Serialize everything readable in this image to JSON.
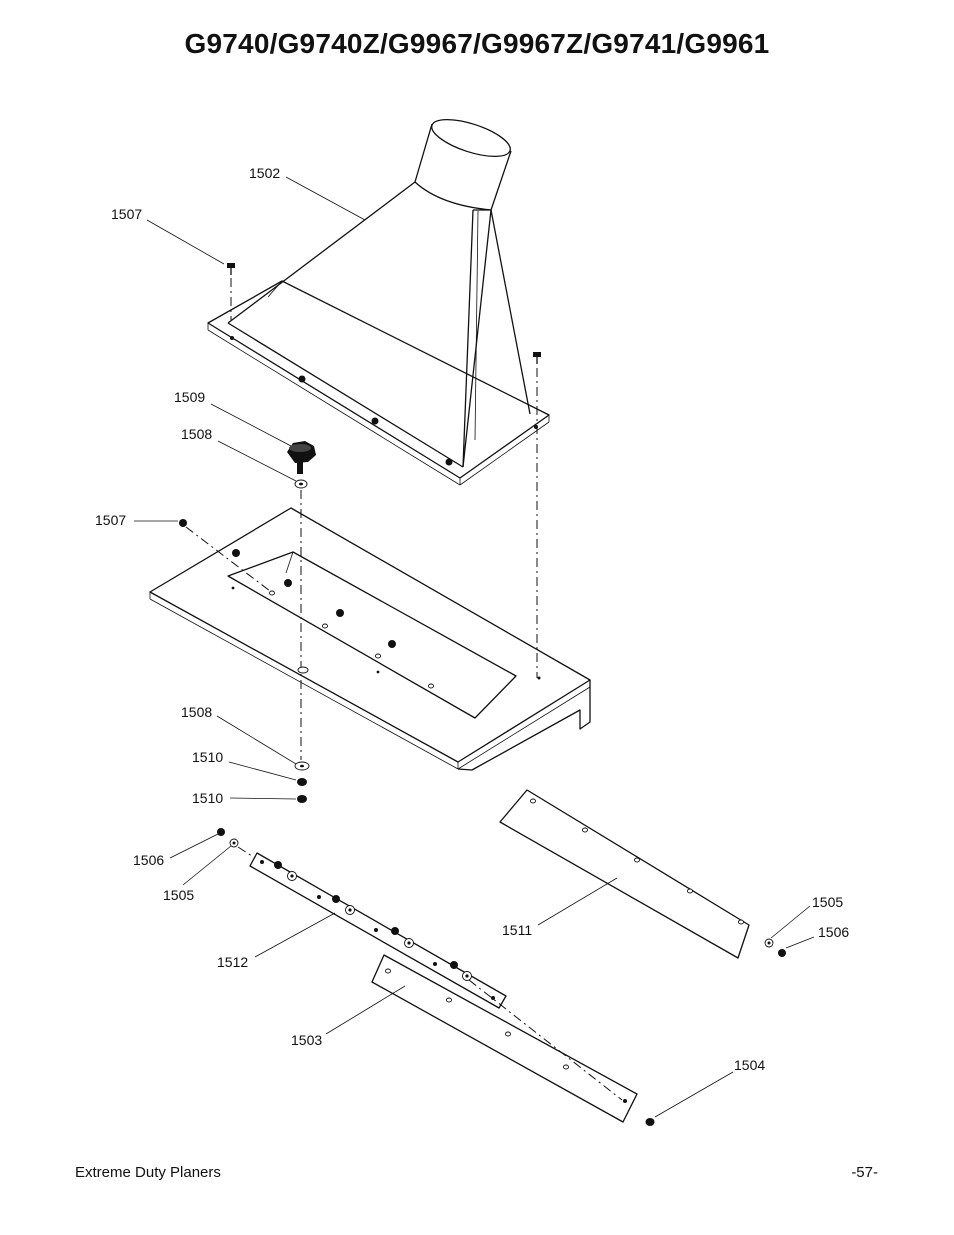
{
  "header": {
    "title": "G9740/G9740Z/G9967/G9967Z/G9741/G9961"
  },
  "parts": {
    "p1502": "1502",
    "p1507_top": "1507",
    "p1509": "1509",
    "p1508_top": "1508",
    "p1507_mid": "1507",
    "p1508_bottom": "1508",
    "p1510_a": "1510",
    "p1510_b": "1510",
    "p1506_left": "1506",
    "p1505_left": "1505",
    "p1512": "1512",
    "p1511": "1511",
    "p1505_right": "1505",
    "p1506_right": "1506",
    "p1503": "1503",
    "p1504": "1504"
  },
  "footer": {
    "left": "Extreme Duty Planers",
    "right": "-57-"
  }
}
